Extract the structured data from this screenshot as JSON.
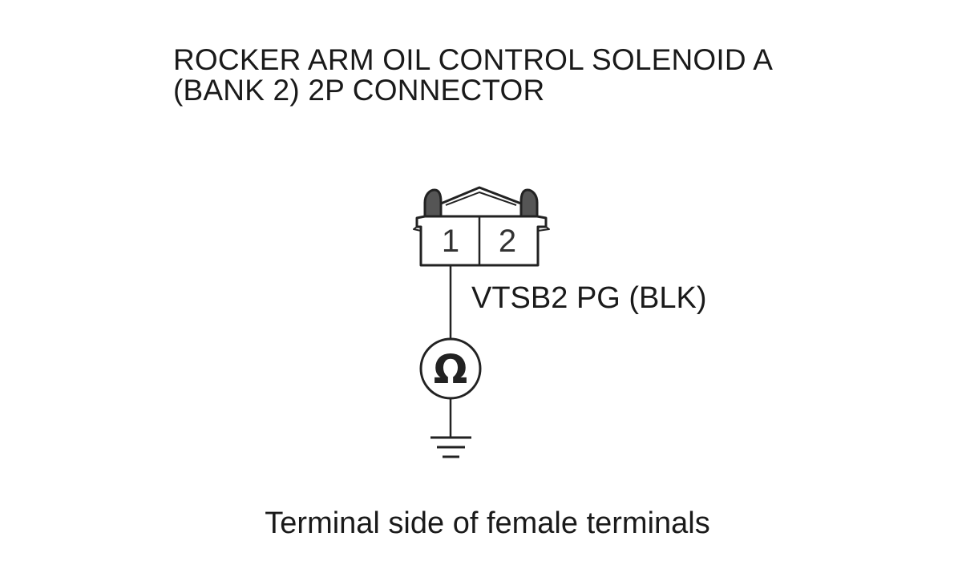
{
  "title": {
    "line1": "ROCKER ARM OIL CONTROL SOLENOID A",
    "line2": "(BANK 2) 2P CONNECTOR"
  },
  "connector": {
    "terminals": [
      "1",
      "2"
    ],
    "probed_terminal": "1"
  },
  "wire": {
    "label": "VTSB2 PG (BLK)"
  },
  "meter": {
    "symbol": "Ω",
    "icon": "ohmmeter-icon"
  },
  "ground": {
    "icon": "ground-icon"
  },
  "caption": "Terminal side of female terminals"
}
